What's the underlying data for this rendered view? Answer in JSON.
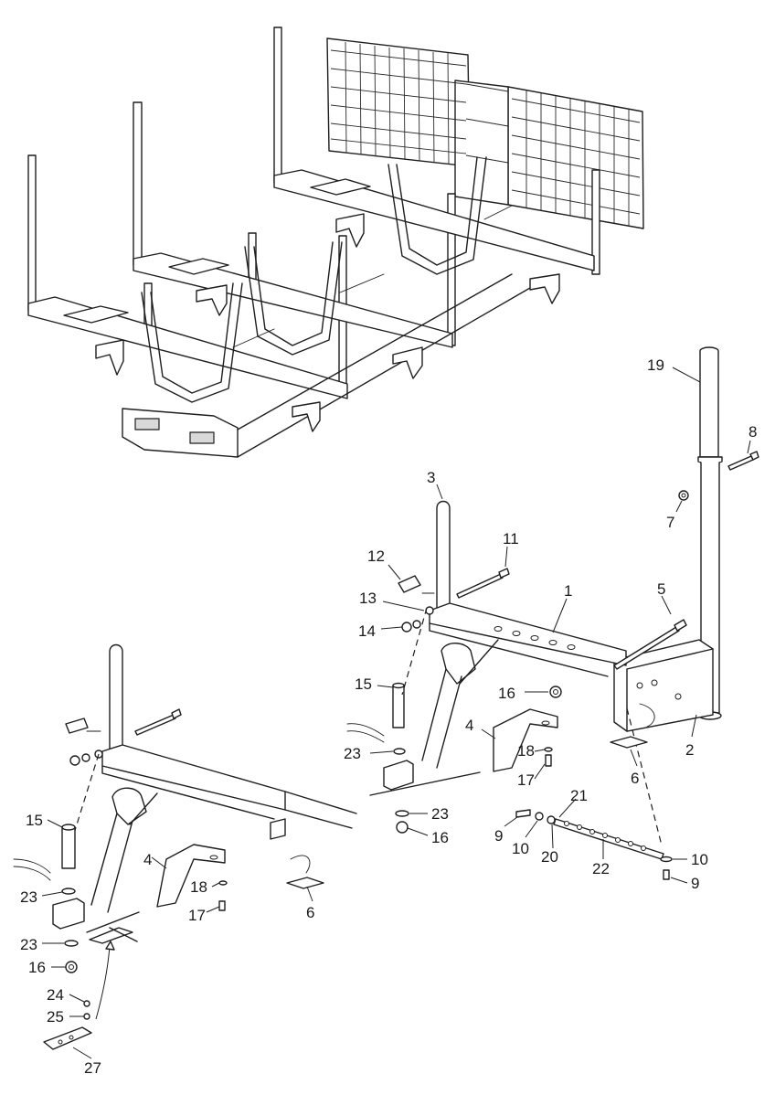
{
  "diagram": {
    "callouts": {
      "c1": "1",
      "c2": "2",
      "c3": "3",
      "c4a": "4",
      "c4b": "4",
      "c5": "5",
      "c6a": "6",
      "c6b": "6",
      "c7": "7",
      "c8": "8",
      "c9a": "9",
      "c9b": "9",
      "c10a": "10",
      "c10b": "10",
      "c11": "11",
      "c12": "12",
      "c13": "13",
      "c14": "14",
      "c15a": "15",
      "c15b": "15",
      "c16a": "16",
      "c16b": "16",
      "c16c": "16",
      "c17a": "17",
      "c17b": "17",
      "c18a": "18",
      "c18b": "18",
      "c19": "19",
      "c20": "20",
      "c21": "21",
      "c22": "22",
      "c23a": "23",
      "c23b": "23",
      "c23c": "23",
      "c23d": "23",
      "c24": "24",
      "c25": "25",
      "c27": "27"
    }
  }
}
